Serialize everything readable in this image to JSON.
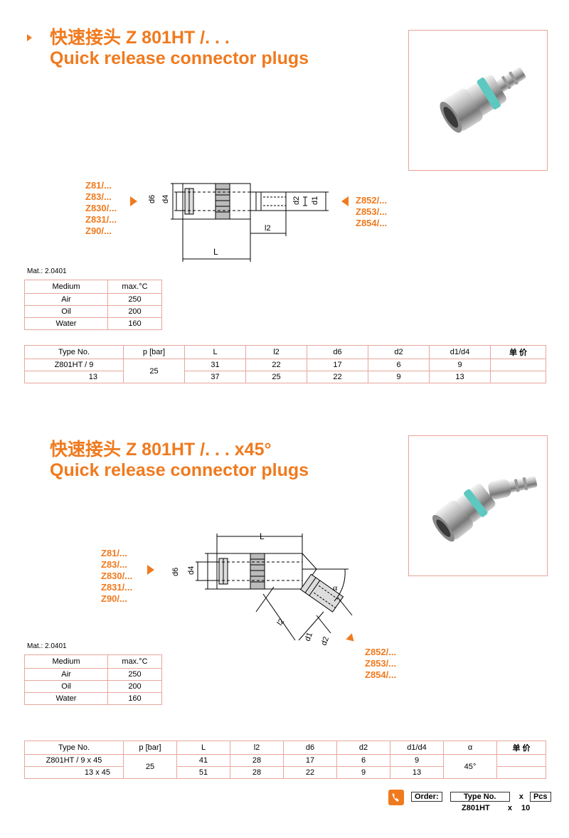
{
  "section1": {
    "title_cn": "快速接头 Z 801HT /. . .",
    "title_en": "Quick release connector plugs",
    "left_labels": [
      "Z81/...",
      "Z83/...",
      "Z830/...",
      "Z831/...",
      "Z90/..."
    ],
    "right_labels": [
      "Z852/...",
      "Z853/...",
      "Z854/..."
    ],
    "dims": {
      "d6": "d6",
      "d4": "d4",
      "d2": "d2",
      "d1": "d1",
      "l2": "l2",
      "L": "L"
    },
    "mat": "Mat.: 2.0401",
    "medium_table": {
      "headers": [
        "Medium",
        "max.°C"
      ],
      "rows": [
        [
          "Air",
          "250"
        ],
        [
          "Oil",
          "200"
        ],
        [
          "Water",
          "160"
        ]
      ]
    },
    "spec_table": {
      "headers": [
        "Type No.",
        "p [bar]",
        "L",
        "l2",
        "d6",
        "d2",
        "d1/d4",
        "单 价"
      ],
      "rows": [
        [
          "Z801HT / 9",
          "25",
          "31",
          "22",
          "17",
          "6",
          "9",
          ""
        ],
        [
          "13",
          "",
          "37",
          "25",
          "22",
          "9",
          "13",
          ""
        ]
      ]
    }
  },
  "section2": {
    "title_cn": "快速接头 Z 801HT /. . .  x45°",
    "title_en": "Quick release connector plugs",
    "left_labels": [
      "Z81/...",
      "Z83/...",
      "Z830/...",
      "Z831/...",
      "Z90/..."
    ],
    "right_labels": [
      "Z852/...",
      "Z853/...",
      "Z854/..."
    ],
    "dims": {
      "d6": "d6",
      "d4": "d4",
      "d2": "d2",
      "d1": "d1",
      "l2": "l2",
      "L": "L",
      "alpha": "α"
    },
    "mat": "Mat.: 2.0401",
    "medium_table": {
      "headers": [
        "Medium",
        "max.°C"
      ],
      "rows": [
        [
          "Air",
          "250"
        ],
        [
          "Oil",
          "200"
        ],
        [
          "Water",
          "160"
        ]
      ]
    },
    "spec_table": {
      "headers": [
        "Type No.",
        "p [bar]",
        "L",
        "l2",
        "d6",
        "d2",
        "d1/d4",
        "α",
        "单 价"
      ],
      "rows": [
        [
          "Z801HT / 9 x 45",
          "25",
          "41",
          "28",
          "17",
          "6",
          "9",
          "45°",
          ""
        ],
        [
          "13 x 45",
          "",
          "51",
          "28",
          "22",
          "9",
          "13",
          "",
          ""
        ]
      ]
    }
  },
  "order": {
    "label": "Order:",
    "type_header": "Type No.",
    "x": "x",
    "pcs_header": "Pcs",
    "type_value": "Z801HT",
    "pcs_value": "10"
  },
  "colors": {
    "accent": "#f07a1e",
    "table_border": "#e6a79e",
    "teal": "#5cc8c0"
  }
}
